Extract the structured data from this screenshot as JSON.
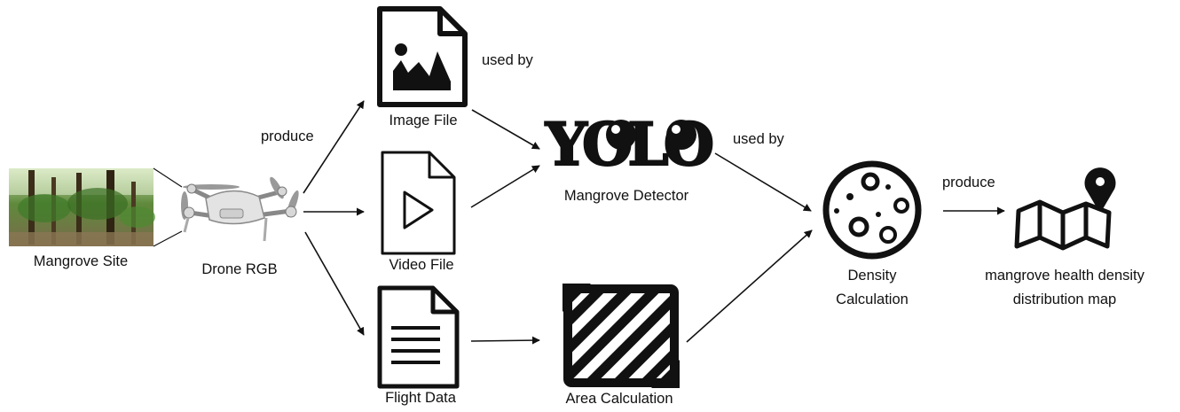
{
  "nodes": {
    "mangrove_site": "Mangrove Site",
    "drone": "Drone RGB",
    "image_file": "Image File",
    "video_file": "Video File",
    "flight_data": "Flight Data",
    "detector": "Mangrove Detector",
    "area": "Area Calculation",
    "density": "Density\nCalculation",
    "map": "mangrove health density\ndistribution map"
  },
  "edges": {
    "produce_1": "produce",
    "used_by_1": "used by",
    "used_by_2": "used by",
    "produce_2": "produce"
  },
  "logo": {
    "text": "YOLO"
  }
}
